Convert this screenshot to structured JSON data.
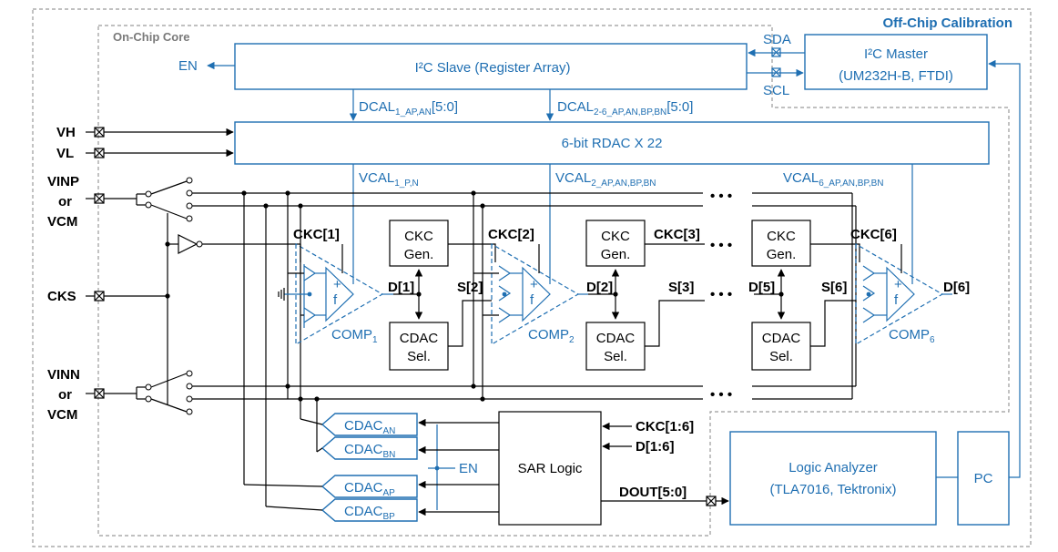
{
  "regions": {
    "on_chip": "On-Chip Core",
    "off_chip": "Off-Chip Calibration"
  },
  "blocks": {
    "i2c_slave": "I²C Slave (Register Array)",
    "i2c_master_line1": "I²C Master",
    "i2c_master_line2": "(UM232H-B, FTDI)",
    "rdac": "6-bit RDAC X 22",
    "ckc_gen_line1": "CKC",
    "ckc_gen_line2": "Gen.",
    "cdac_sel_line1": "CDAC",
    "cdac_sel_line2": "Sel.",
    "sar_logic": "SAR Logic",
    "logic_analyzer_line1": "Logic Analyzer",
    "logic_analyzer_line2": "(TLA7016, Tektronix)",
    "pc": "PC"
  },
  "signals": {
    "en": "EN",
    "sda": "SDA",
    "scl": "SCL",
    "vh": "VH",
    "vl": "VL",
    "vinp": "VINP",
    "vinn": "VINN",
    "or": "or",
    "vcm": "VCM",
    "cks": "CKS",
    "dcal1": "DCAL",
    "dcal1_sub": "1_AP,AN",
    "dcal1_bits": "[5:0]",
    "dcal2": "DCAL",
    "dcal2_sub": "2-6_AP,AN,BP,BN",
    "dcal2_bits": "[5:0]",
    "vcal1": "VCAL",
    "vcal1_sub": "1_P,N",
    "vcal2": "VCAL",
    "vcal2_sub": "2_AP,AN,BP,BN",
    "vcal6": "VCAL",
    "vcal6_sub": "6_AP,AN,BP,BN",
    "ckc1": "CKC[1]",
    "ckc2": "CKC[2]",
    "ckc3": "CKC[3]",
    "ckc6": "CKC[6]",
    "d1": "D[1]",
    "d2": "D[2]",
    "d5": "D[5]",
    "d6": "D[6]",
    "s2": "S[2]",
    "s3": "S[3]",
    "s6": "S[6]",
    "comp": "COMP",
    "comp1_sub": "1",
    "comp2_sub": "2",
    "comp6_sub": "6",
    "cdac": "CDAC",
    "cdac_an": "AN",
    "cdac_bn": "BN",
    "cdac_ap": "AP",
    "cdac_bp": "BP",
    "ckc_bus": "CKC[1:6]",
    "d_bus": "D[1:6]",
    "dout": "DOUT[5:0]",
    "ellipsis": "• • •"
  },
  "colors": {
    "accent": "#1f6fb2",
    "wire": "#000000",
    "frame": "#9a9a9a"
  }
}
